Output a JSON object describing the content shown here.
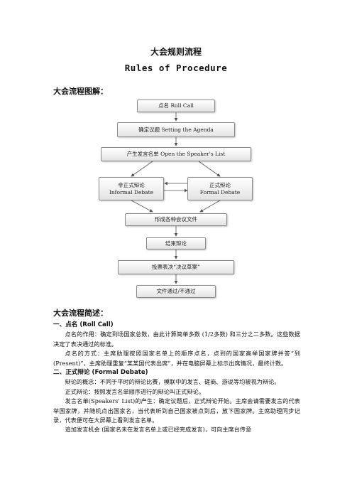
{
  "header": {
    "title_zh": "大会规则流程",
    "title_en": "Rules of Procedure"
  },
  "flow_section_title": "大会流程图解：",
  "flowchart": {
    "roll_call": "点名 Roll Call",
    "agenda": "确定议题 Setting the Agenda",
    "speakers_list": "产生发言名单 Open the Speaker's List",
    "informal_zh": "非正式辩论",
    "informal_en": "Informal Debate",
    "formal_zh": "正式辩论",
    "formal_en": "Formal Debate",
    "documents": "形成各种会议文件",
    "end_debate": "结束辩论",
    "vote": "投票表决“决议草案”",
    "result": "文件通过/不通过"
  },
  "summary_title": "大会流程简述：",
  "sections": [
    {
      "heading": "一、点名 (Roll Call)",
      "paragraphs": [
        "点名的作用：确定到场国家总数，由此计算简单多数 (1/2多数) 和三分之二多数。这些数据决定了表决通过的标准。",
        "点名的方式：主席助理按照国家名单上的顺序点名，点到的国家高举国家牌并答“到(Present)”，主席助理重复“某某国代表出席”，并在电脑屏幕上标示出席情况，最终计数。"
      ]
    },
    {
      "heading": "二、正式辩论 (Formal Debate)",
      "paragraphs": [
        "辩论的概念：不同于平时的辩论比赛，模联中的发言、磋商、游说等均被视为辩论。",
        "正式辩论：按照发言名单顺序进行的辩论叫正式辩论。",
        "发言名单(Speakers' List)的产生：确定议题后，正式辩论开始。主席会请需要发言的代表举国家牌，并随机点出国家名，当代表听到自己国家被点到后，放下国家牌。主席助理同步记录，代表便可在大屏幕上看到发言名单。",
        "追加发言机会 (国家名未在发言名单上或已经完成发言)，可向主席台传意"
      ]
    }
  ]
}
